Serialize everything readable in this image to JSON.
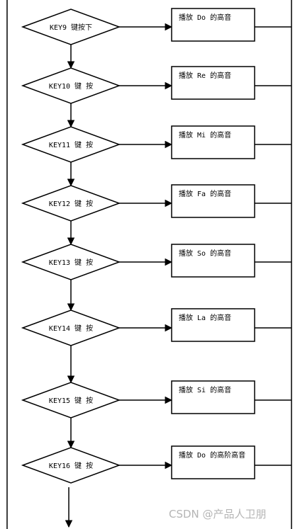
{
  "nodes": [
    {
      "decision": "KEY9 键按下",
      "action": "播放 Do 的高音"
    },
    {
      "decision": "KEY10 键 按",
      "action": "播放 Re 的高音"
    },
    {
      "decision": "KEY11 键 按",
      "action": "播放 Mi 的高音"
    },
    {
      "decision": "KEY12 键 按",
      "action": "播放 Fa 的高音"
    },
    {
      "decision": "KEY13 键 按",
      "action": "播放 So 的高音"
    },
    {
      "decision": "KEY14 键 按",
      "action": "播放 La 的高音"
    },
    {
      "decision": "KEY15 键 按",
      "action": "播放 Si 的高音"
    },
    {
      "decision": "KEY16 键 按",
      "action": "播放 Do 的高阶高音"
    }
  ],
  "watermark": "CSDN @产品人卫朋"
}
